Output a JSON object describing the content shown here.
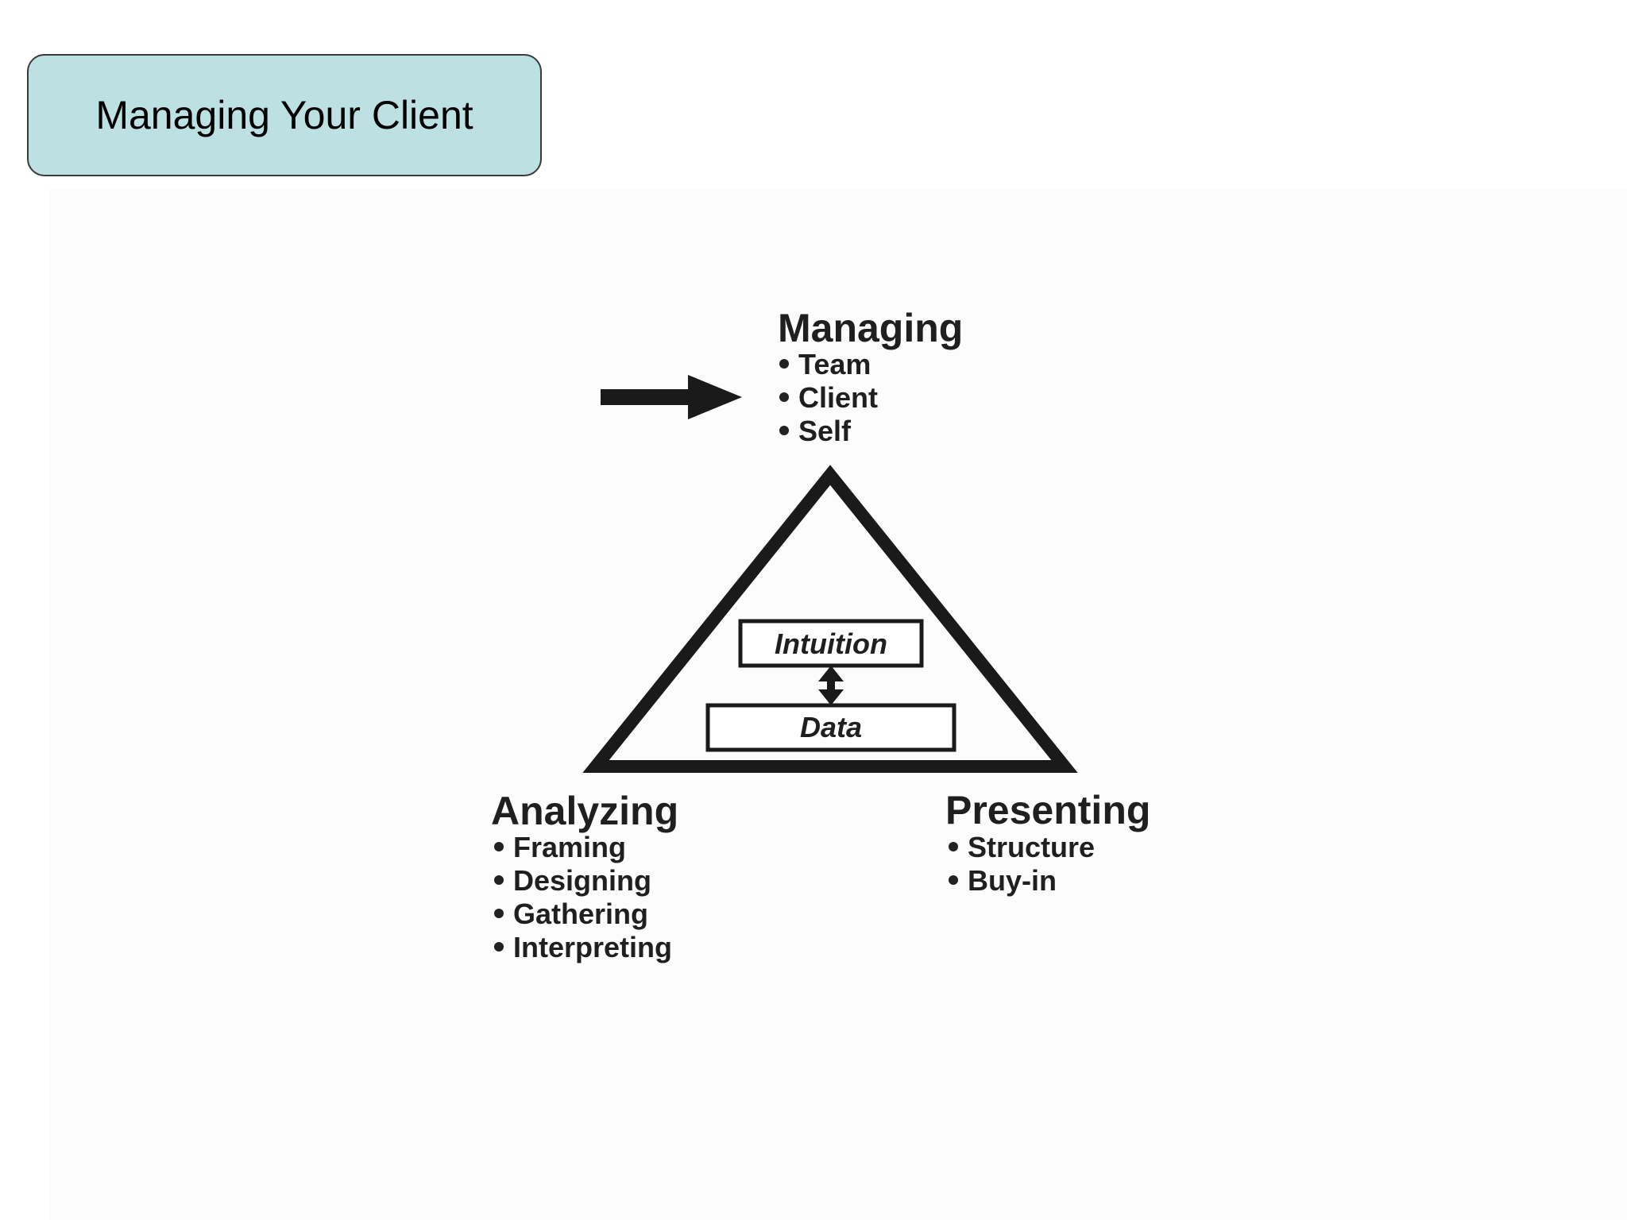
{
  "slide": {
    "title": "Managing Your Client"
  },
  "diagram": {
    "top": {
      "heading": "Managing",
      "items": [
        "Team",
        "Client",
        "Self"
      ]
    },
    "left": {
      "heading": "Analyzing",
      "items": [
        "Framing",
        "Designing",
        "Gathering",
        "Interpreting"
      ]
    },
    "right": {
      "heading": "Presenting",
      "items": [
        "Structure",
        "Buy-in"
      ]
    },
    "center": {
      "upper_box": "Intuition",
      "lower_box": "Data"
    },
    "pointer_arrow_icon": "right-arrow-icon",
    "bidirectional_arrow_icon": "up-down-arrow-icon",
    "colors": {
      "title_fill": "#bde0e3",
      "ink": "#1f1f1f"
    }
  }
}
